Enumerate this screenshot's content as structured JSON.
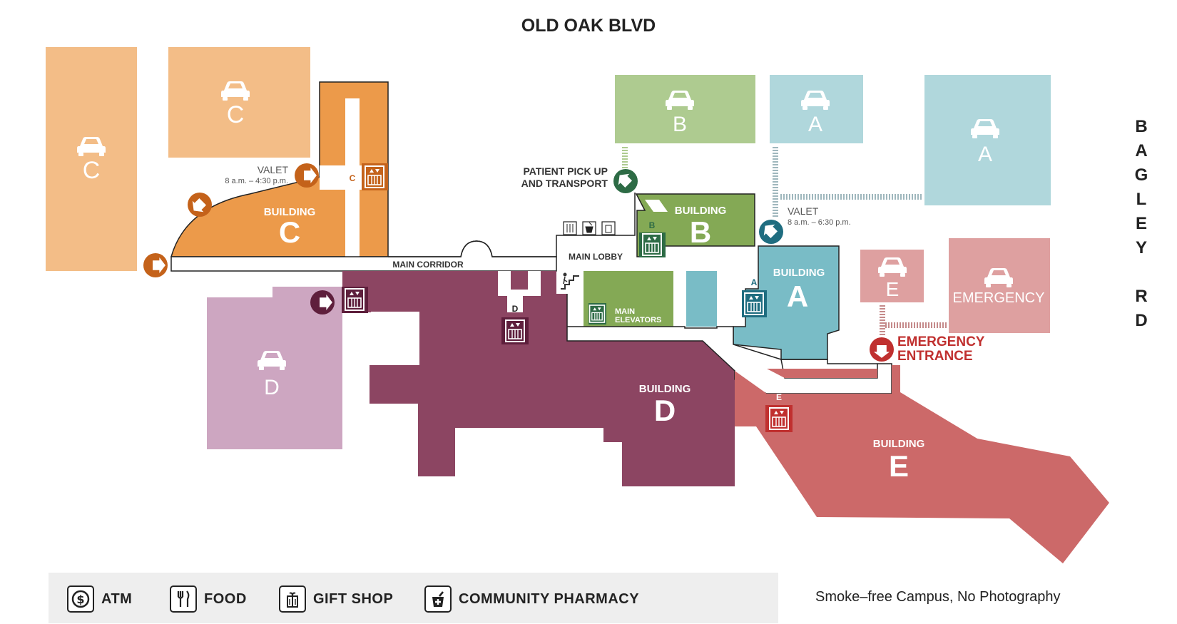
{
  "colors": {
    "parking_c": "#f3bd87",
    "building_c": "#ec9a4a",
    "parking_b": "#aecb90",
    "building_b": "#84a955",
    "parking_a": "#b0d7dc",
    "building_a": "#79bcc6",
    "parking_d": "#cda6c1",
    "building_d": "#8c4562",
    "building_e": "#cc6969",
    "parking_e": "#dea0a0",
    "emergency_red": "#c0302f",
    "dark_green": "#2d6b45",
    "dark_teal": "#1f6d80"
  },
  "road_top": "OLD OAK BLVD",
  "road_right": [
    "B",
    "A",
    "G",
    "L",
    "E",
    "Y",
    "",
    "R",
    "D"
  ],
  "parking": {
    "c_left": "C",
    "c_top": "C",
    "b": "B",
    "a_small": "A",
    "a_large": "A",
    "d": "D",
    "e": "E",
    "emergency": "EMERGENCY"
  },
  "buildings": {
    "a": {
      "word": "BUILDING",
      "letter": "A"
    },
    "b": {
      "word": "BUILDING",
      "letter": "B"
    },
    "c": {
      "word": "BUILDING",
      "letter": "C"
    },
    "d": {
      "word": "BUILDING",
      "letter": "D"
    },
    "e": {
      "word": "BUILDING",
      "letter": "E"
    }
  },
  "labels": {
    "main_corridor": "MAIN CORRIDOR",
    "main_lobby": "MAIN LOBBY",
    "main_elevators_1": "MAIN",
    "main_elevators_2": "ELEVATORS",
    "patient_pickup_1": "PATIENT PICK UP",
    "patient_pickup_2": "AND TRANSPORT",
    "valet_c": "VALET",
    "valet_c_hours": "8 a.m. – 4:30 p.m.",
    "valet_a": "VALET",
    "valet_a_hours": "8 a.m. – 6:30 p.m.",
    "emergency_1": "EMERGENCY",
    "emergency_2": "ENTRANCE"
  },
  "elevator_tags": {
    "c": "C",
    "b": "B",
    "a": "A",
    "d": "D",
    "e": "E"
  },
  "legend": [
    {
      "icon": "atm-icon",
      "label": "ATM"
    },
    {
      "icon": "food-icon",
      "label": "FOOD"
    },
    {
      "icon": "gift-shop-icon",
      "label": "GIFT SHOP"
    },
    {
      "icon": "pharmacy-icon",
      "label": "COMMUNITY PHARMACY"
    }
  ],
  "footer_note": "Smoke–free Campus, No Photography"
}
